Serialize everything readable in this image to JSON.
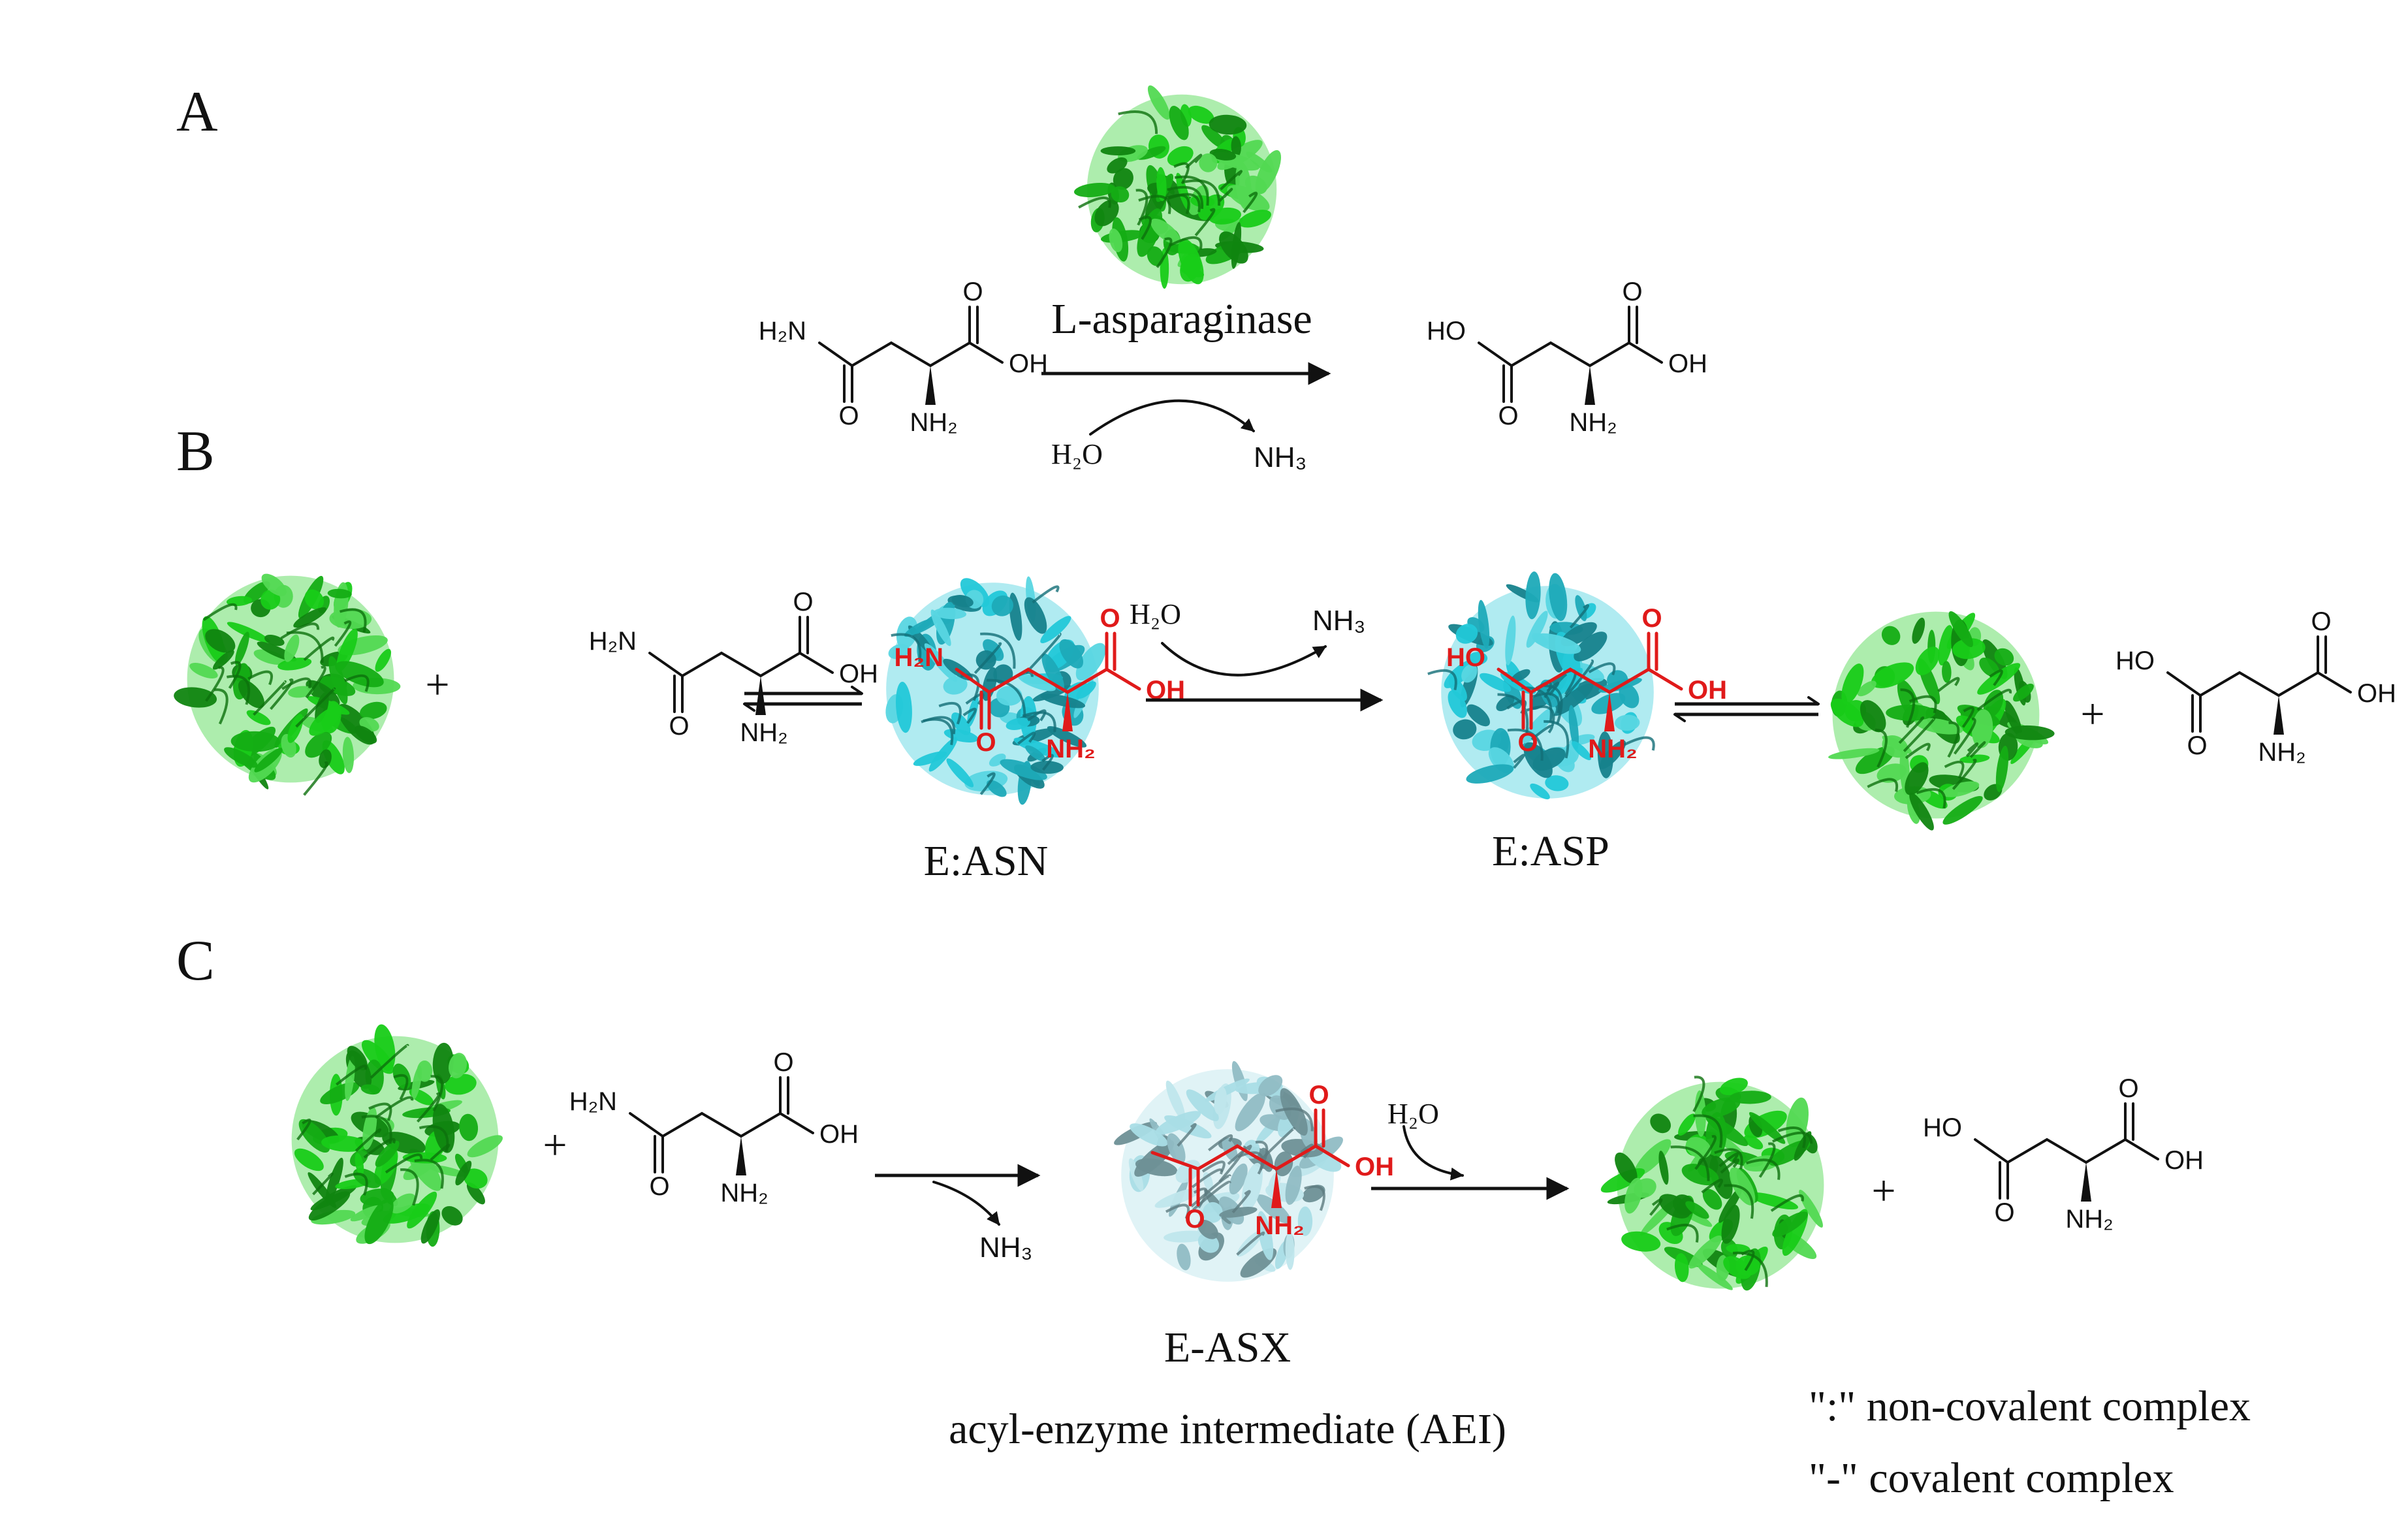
{
  "panels": {
    "a": "A",
    "b": "B",
    "c": "C"
  },
  "enzyme_name": "L-asparaginase",
  "small_molecules": {
    "h2o": "H₂O",
    "nh3": "NH₃"
  },
  "atoms": {
    "o": "O",
    "oh": "OH",
    "ho": "HO",
    "h2n": "H₂N",
    "nh2": "NH₂"
  },
  "plus": "+",
  "complexes": {
    "e_asn": "E:ASN",
    "e_asp": "E:ASP",
    "e_asx": "E-ASX",
    "aei": "acyl-enzyme intermediate (AEI)"
  },
  "legend": {
    "noncovalent": "\":\" non-covalent complex",
    "covalent": "\"-\" covalent complex"
  },
  "colors": {
    "free_enzyme": "#18cc18",
    "complex_enzyme": "#22c8d8",
    "covalent_enzyme": "#a9dde6",
    "bound_ligand": "#e01a1a"
  },
  "icons": {
    "protein": "protein-ribbon-icon"
  }
}
